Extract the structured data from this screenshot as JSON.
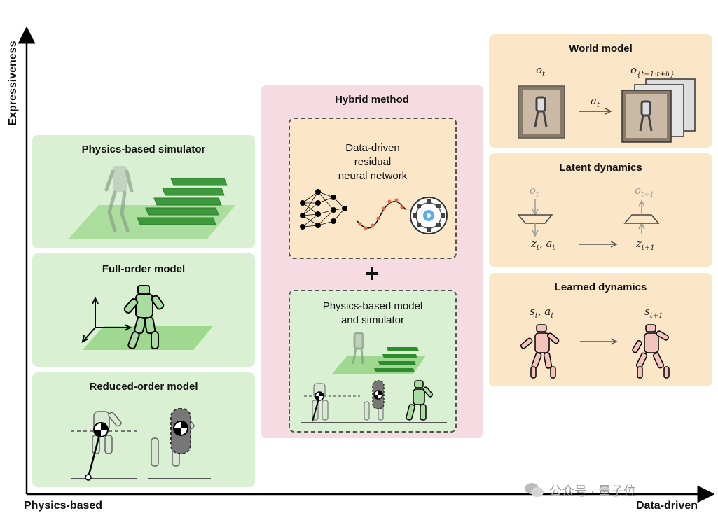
{
  "axes": {
    "y_label": "Expressiveness",
    "x_left_label": "Physics-based",
    "x_right_label": "Data-driven"
  },
  "left_column": {
    "physics_simulator": {
      "title": "Physics-based simulator"
    },
    "full_order": {
      "title": "Full-order model"
    },
    "reduced_order": {
      "title": "Reduced-order model"
    }
  },
  "hybrid": {
    "title": "Hybrid method",
    "data_driven_text": [
      "Data-driven",
      "residual",
      "neural network"
    ],
    "plus": "+",
    "physics_model_text": [
      "Physics-based model",
      "and simulator"
    ]
  },
  "right_column": {
    "world_model": {
      "title": "World model",
      "o_t": "o",
      "o_t_sub": "t",
      "o_future": "o",
      "o_future_sub": "{t+1:t+h}",
      "a_t": "a",
      "a_t_sub": "t"
    },
    "latent_dynamics": {
      "title": "Latent dynamics",
      "o_t": "o",
      "o_t_sub": "t",
      "o_t1": "o",
      "o_t1_sub": "t+1",
      "z_t": "z",
      "z_t_sub": "t",
      "a_t": "a",
      "a_t_sub": "t",
      "z_t1": "z",
      "z_t1_sub": "t+1"
    },
    "learned_dynamics": {
      "title": "Learned dynamics",
      "s_t": "s",
      "s_t_sub": "t",
      "a_t": "a",
      "a_t_sub": "t",
      "s_t1": "s",
      "s_t1_sub": "t+1"
    }
  },
  "watermark": "公众号 · 量子位",
  "colors": {
    "green_panel": "#d9f0d2",
    "tan_panel": "#fbe6c8",
    "pink_panel": "#f7dbe3",
    "robot_green": "#a8dca0",
    "robot_pink": "#f4c4bc"
  }
}
